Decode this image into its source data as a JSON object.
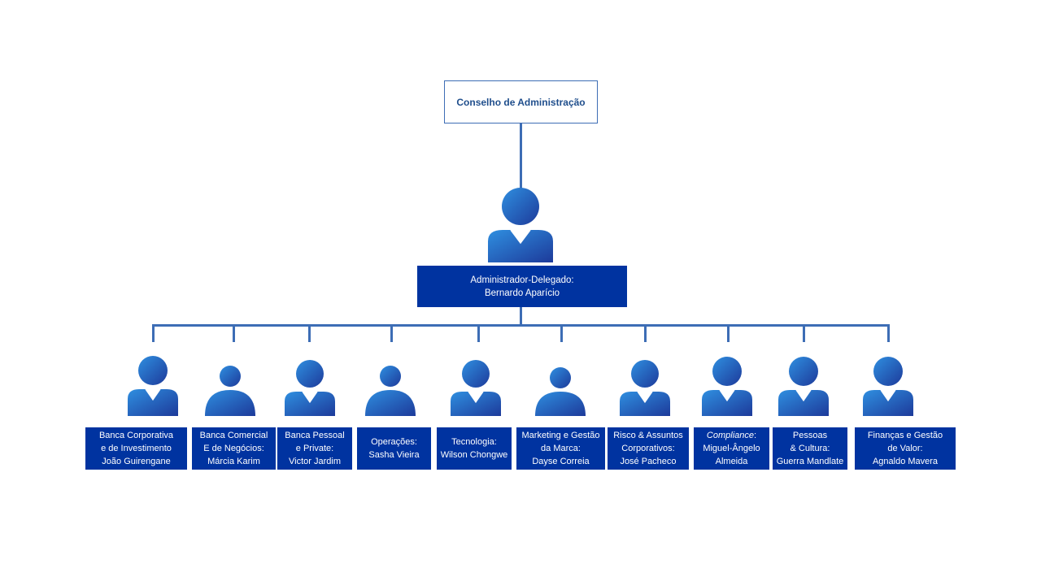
{
  "board": {
    "label": "Conselho de Administração"
  },
  "ceo": {
    "line1": "Administrador-Delegado:",
    "line2": "Bernardo Aparício"
  },
  "colors": {
    "box": "#0033a0",
    "connector": "#3d6db5",
    "board_text": "#1f4e8c",
    "icon_light": "#2f8fe0",
    "icon_dark": "#1d3a9a"
  },
  "departments": [
    {
      "lines": [
        "Banca Corporativa",
        "e de Investimento",
        "João Guirengane"
      ]
    },
    {
      "lines": [
        "Banca Comercial",
        "E de Negócios:",
        "Márcia Karim"
      ]
    },
    {
      "lines": [
        "Banca Pessoal",
        "e Private:",
        "Victor Jardim"
      ]
    },
    {
      "lines": [
        "Operações:",
        "Sasha Vieira"
      ]
    },
    {
      "lines": [
        "Tecnologia:",
        "Wilson Chongwe"
      ]
    },
    {
      "lines": [
        "Marketing e Gestão",
        "da Marca:",
        "Dayse Correia"
      ]
    },
    {
      "lines": [
        "Risco & Assuntos",
        "Corporativos:",
        "José Pacheco"
      ]
    },
    {
      "lines": [
        "Compliance:",
        "Miguel-Ângelo",
        "Almeida"
      ]
    },
    {
      "lines": [
        "Pessoas",
        "& Cultura:",
        "Guerra Mandlate"
      ]
    },
    {
      "lines": [
        "Finanças e Gestão",
        "de Valor:",
        "Agnaldo Mavera"
      ]
    }
  ]
}
